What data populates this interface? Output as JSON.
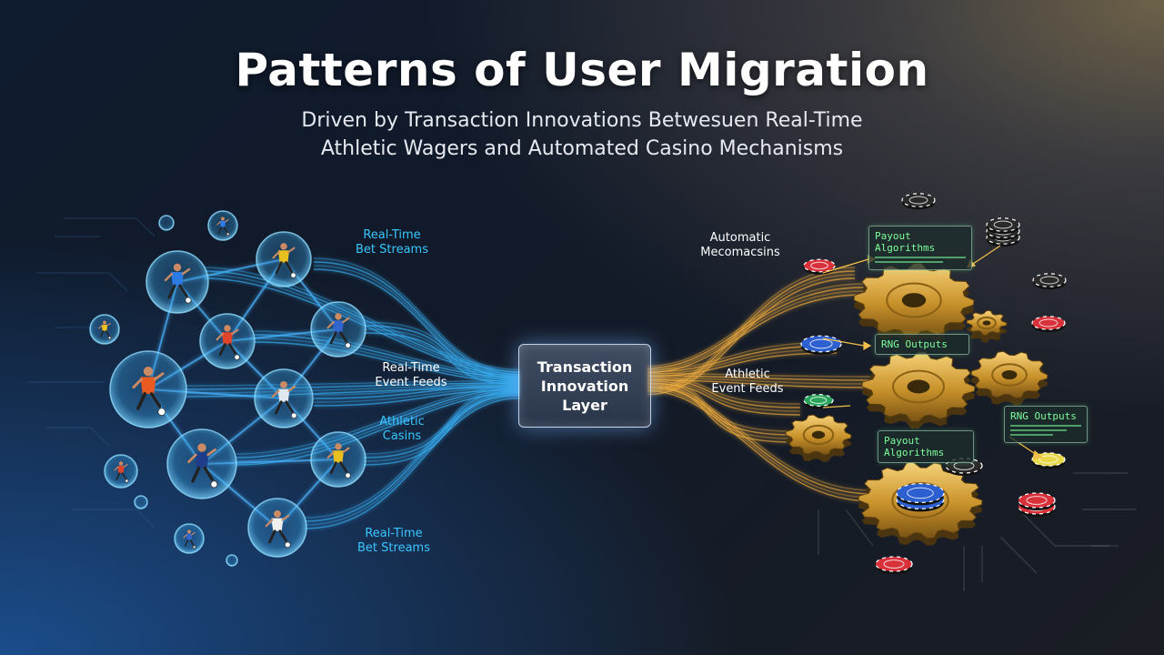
{
  "title": "Patterns of User Migration",
  "subtitle": {
    "line1": "Driven by Transaction Innovations Betwesuen Real-Time",
    "line2": "Athletic Wagers and Automated Casino Mechanisms"
  },
  "hub": {
    "line1": "Transaction",
    "line2": "Innovation",
    "line3": "Layer"
  },
  "left_labels": [
    {
      "line1": "Real-Time",
      "line2": "Bet Streams"
    },
    {
      "line1": "Real-Time",
      "line2": "Event Feeds"
    },
    {
      "line1": "Athletic",
      "line2": "Casins"
    },
    {
      "line1": "Real-Time",
      "line2": "Bet Streams"
    }
  ],
  "right_labels": [
    {
      "line1": "Automatic",
      "line2": "Mecomacsins"
    },
    {
      "line1": "Athletic",
      "line2": "Event Feeds"
    }
  ],
  "panels": {
    "payout_top": "Payout Algorithms",
    "rng_middle": "RNG Outputs",
    "rng_right": "RNG Outputs",
    "payout_bottom": "Payout Algorithms"
  },
  "colors": {
    "sports_stream": "#3ab8ff",
    "casino_stream": "#ffb640",
    "gold": "#d9a62e",
    "chip_red": "#d8313a",
    "chip_blue": "#2c5fcf",
    "chip_green": "#29a35a",
    "chip_black": "#2a2a2a",
    "panel_text": "#7dff9a"
  },
  "icons": {
    "athlete_bubbles": "athlete-bubble-icon",
    "gears": "gear-icon",
    "chips": "casino-chip-icon"
  }
}
